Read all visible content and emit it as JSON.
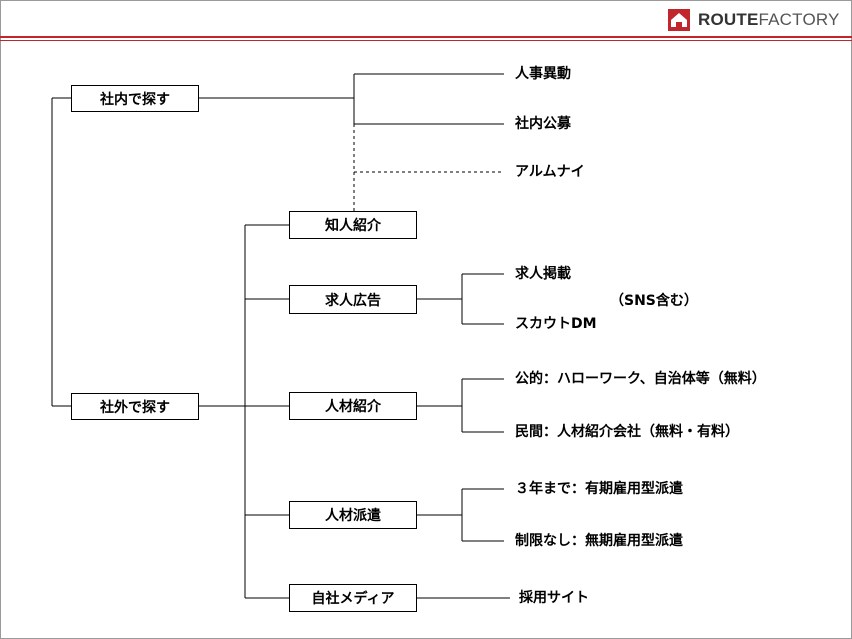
{
  "brand": {
    "name_strong": "ROUTE",
    "name_light": "FACTORY",
    "color": "#c0262c"
  },
  "tree": {
    "internal": {
      "label": "社内で探す",
      "children": [
        "人事異動",
        "社内公募",
        "アルムナイ"
      ]
    },
    "external": {
      "label": "社外で探す",
      "categories": {
        "referral": {
          "label": "知人紹介"
        },
        "job_ads": {
          "label": "求人広告",
          "children": [
            "求人掲載",
            "スカウトDM"
          ],
          "note": "（SNS含む）"
        },
        "placement": {
          "label": "人材紹介",
          "children": [
            "公的：ハローワーク、自治体等（無料）",
            "民間：人材紹介会社（無料・有料）"
          ]
        },
        "dispatch": {
          "label": "人材派遣",
          "children": [
            "３年まで：有期雇用型派遣",
            "制限なし：無期雇用型派遣"
          ]
        },
        "own_media": {
          "label": "自社メディア",
          "children": [
            "採用サイト"
          ]
        }
      }
    }
  }
}
